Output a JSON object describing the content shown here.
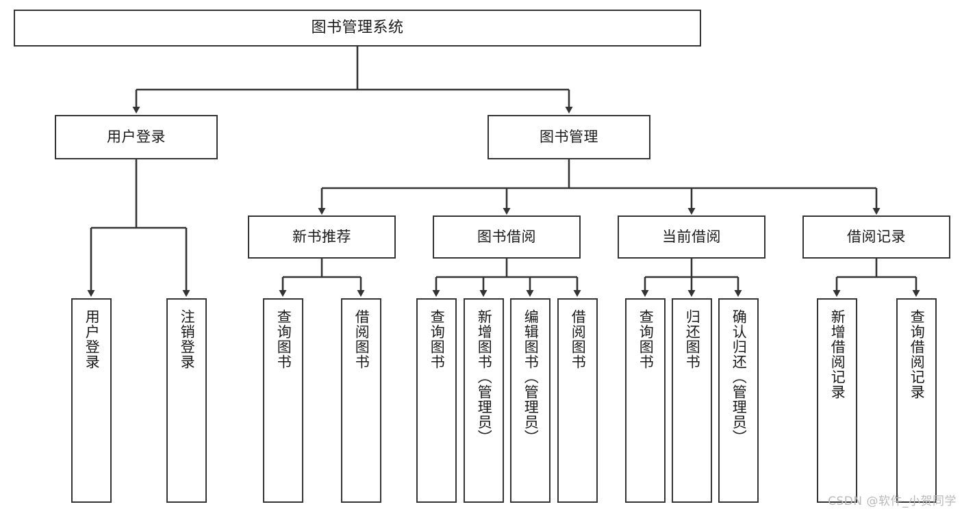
{
  "diagram": {
    "title": "图书管理系统",
    "type": "tree-hierarchy-chart",
    "stroke_color": "#333333",
    "fill_color": "#ffffff",
    "text_color": "#1a1a1a"
  },
  "watermark": {
    "text": "CSDN @软件_小贺同学",
    "color": "#b9b9b9"
  },
  "nodes": {
    "root": {
      "label": "图书管理系统"
    },
    "level2": [
      {
        "label": "用户登录"
      },
      {
        "label": "图书管理"
      }
    ],
    "level3": [
      {
        "label": "新书推荐"
      },
      {
        "label": "图书借阅"
      },
      {
        "label": "当前借阅"
      },
      {
        "label": "借阅记录"
      }
    ],
    "leaves": {
      "user_login": [
        {
          "label": "用户登录"
        },
        {
          "label": "注销登录"
        }
      ],
      "new_book": [
        {
          "label": "查询图书"
        },
        {
          "label": "借阅图书"
        }
      ],
      "book_borrow": [
        {
          "label": "查询图书"
        },
        {
          "label": "新增图书（管理员）"
        },
        {
          "label": "编辑图书（管理员）"
        },
        {
          "label": "借阅图书"
        }
      ],
      "current_borrow": [
        {
          "label": "查询图书"
        },
        {
          "label": "归还图书"
        },
        {
          "label": "确认归还（管理员）"
        }
      ],
      "borrow_record": [
        {
          "label": "新增借阅记录"
        },
        {
          "label": "查询借阅记录"
        }
      ]
    }
  }
}
